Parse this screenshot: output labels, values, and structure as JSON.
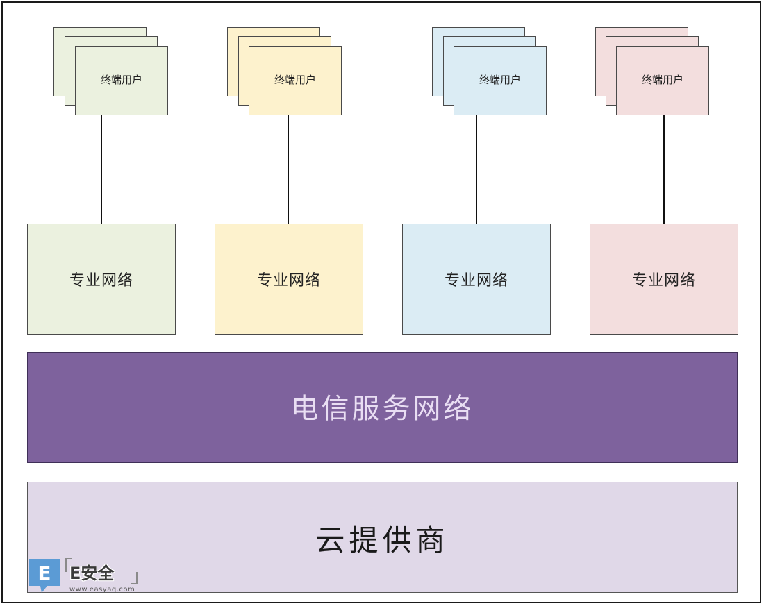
{
  "diagram": {
    "end_user_label": "终端用户",
    "columns": [
      {
        "user_label": "终端用户",
        "network_label": "专业网络",
        "fill": "#ebf1df",
        "sheet_fill": "#ebf1df"
      },
      {
        "user_label": "终端用户",
        "network_label": "专业网络",
        "fill": "#fdf2cd",
        "sheet_fill": "#fdf2cd"
      },
      {
        "user_label": "终端用户",
        "network_label": "专业网络",
        "fill": "#dbecf4",
        "sheet_fill": "#dbecf4"
      },
      {
        "user_label": "终端用户",
        "network_label": "专业网络",
        "fill": "#f3dede",
        "sheet_fill": "#f3dede"
      }
    ],
    "telecom_label": "电信服务网络",
    "telecom_fill": "#7e629d",
    "telecom_text_color": "#e9def3",
    "cloud_label": "云提供商",
    "cloud_fill": "#e0d8e8",
    "cloud_text_color": "#1a1a1a"
  },
  "logo": {
    "brand": "E安全",
    "url": "www.easyaq.com",
    "badge_color": "#5b9bd5"
  }
}
